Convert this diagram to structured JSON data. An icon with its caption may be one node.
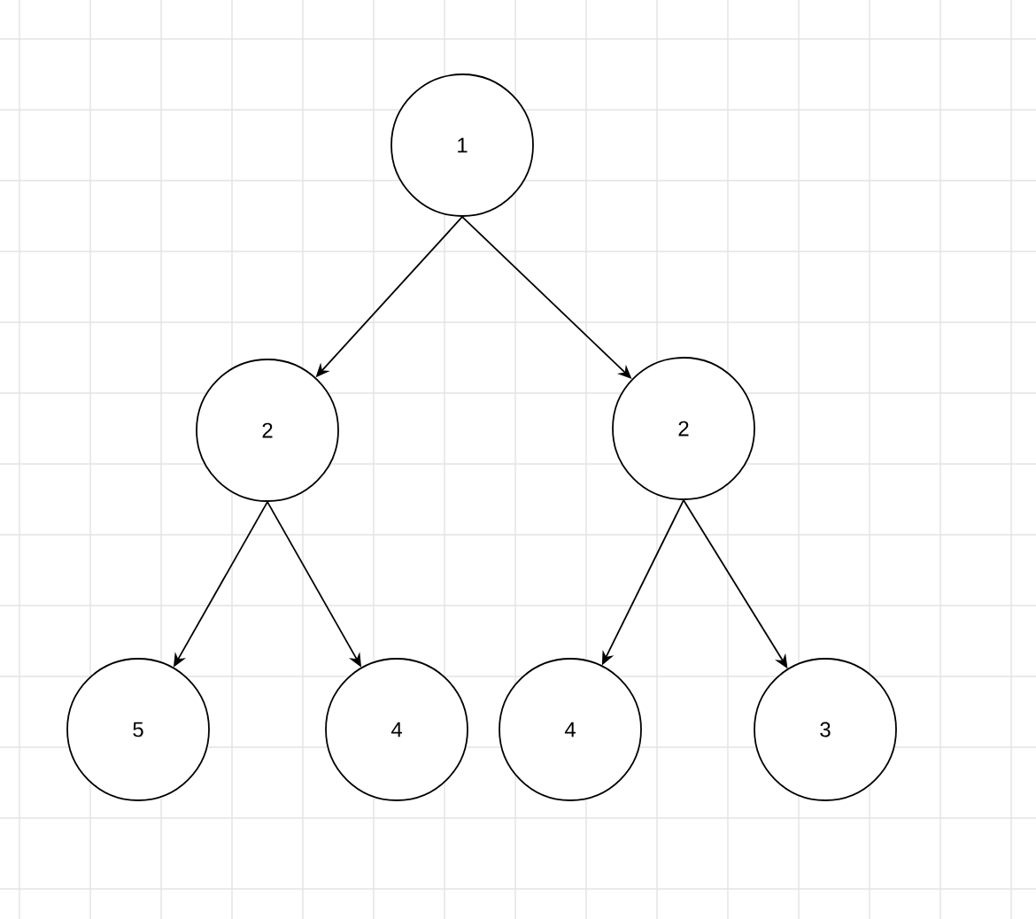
{
  "diagram": {
    "nodes": [
      {
        "text": [
          "1"
        ]
      },
      {
        "text": [
          "2"
        ]
      },
      {
        "text": [
          "2"
        ]
      },
      {
        "text": [
          "5"
        ]
      },
      {
        "text": [
          "4"
        ]
      },
      {
        "text": [
          "4"
        ]
      },
      {
        "text": [
          "3"
        ]
      }
    ],
    "edges": [
      {
        "from": 0,
        "to": 1,
        "arrow": "to"
      },
      {
        "from": 0,
        "to": 2,
        "arrow": "to"
      },
      {
        "from": 1,
        "to": 3,
        "arrow": "to"
      },
      {
        "from": 1,
        "to": 4,
        "arrow": "to"
      },
      {
        "from": 2,
        "to": 5,
        "arrow": "to"
      },
      {
        "from": 2,
        "to": 6,
        "arrow": "to"
      }
    ]
  }
}
